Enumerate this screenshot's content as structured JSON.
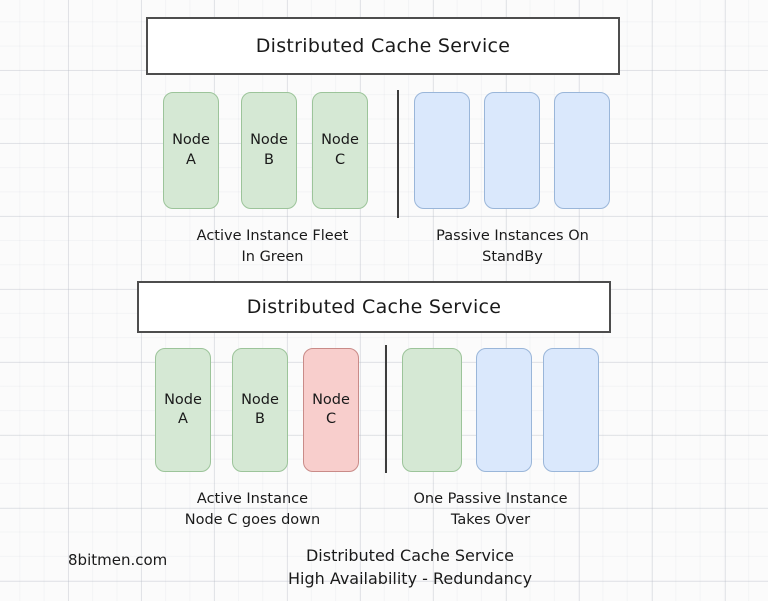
{
  "diagram": {
    "title_line1": "Distributed Cache Service",
    "title_line2": "High Availability - Redundancy",
    "watermark": "8bitmen.com",
    "scenarios": [
      {
        "header": "Distributed Cache Service",
        "active_nodes": [
          {
            "line1": "Node",
            "line2": "A",
            "state": "active",
            "color": "#d5e8d4"
          },
          {
            "line1": "Node",
            "line2": "B",
            "state": "active",
            "color": "#d5e8d4"
          },
          {
            "line1": "Node",
            "line2": "C",
            "state": "active",
            "color": "#d5e8d4"
          }
        ],
        "passive_nodes": [
          {
            "line1": "",
            "line2": "",
            "state": "passive",
            "color": "#dae8fc"
          },
          {
            "line1": "",
            "line2": "",
            "state": "passive",
            "color": "#dae8fc"
          },
          {
            "line1": "",
            "line2": "",
            "state": "passive",
            "color": "#dae8fc"
          }
        ],
        "left_caption_line1": "Active Instance Fleet",
        "left_caption_line2": "In Green",
        "right_caption_line1": "Passive Instances On",
        "right_caption_line2": "StandBy"
      },
      {
        "header": "Distributed Cache Service",
        "active_nodes": [
          {
            "line1": "Node",
            "line2": "A",
            "state": "active",
            "color": "#d5e8d4"
          },
          {
            "line1": "Node",
            "line2": "B",
            "state": "active",
            "color": "#d5e8d4"
          },
          {
            "line1": "Node",
            "line2": "C",
            "state": "down",
            "color": "#f8cecc"
          }
        ],
        "passive_nodes": [
          {
            "line1": "",
            "line2": "",
            "state": "promoted",
            "color": "#d5e8d4"
          },
          {
            "line1": "",
            "line2": "",
            "state": "passive",
            "color": "#dae8fc"
          },
          {
            "line1": "",
            "line2": "",
            "state": "passive",
            "color": "#dae8fc"
          }
        ],
        "left_caption_line1": "Active Instance",
        "left_caption_line2": "Node C goes down",
        "right_caption_line1": "One Passive Instance",
        "right_caption_line2": "Takes Over"
      }
    ]
  }
}
